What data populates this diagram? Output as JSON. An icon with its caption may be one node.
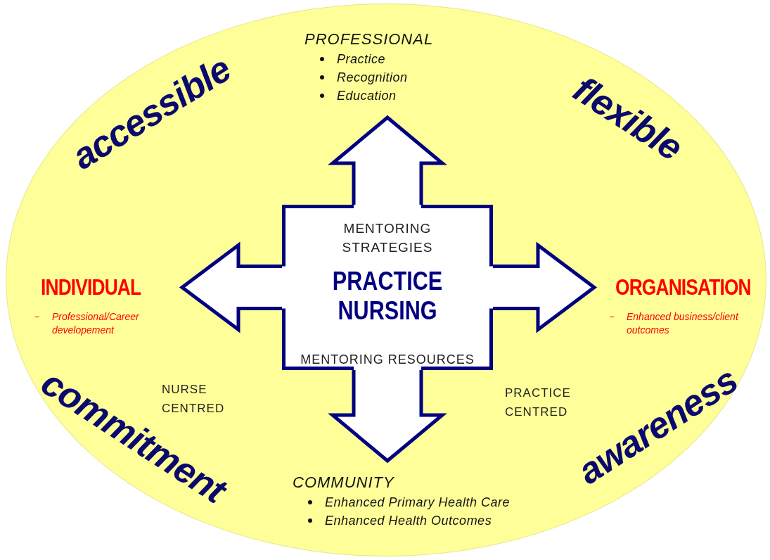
{
  "diagram": {
    "nodes": [
      {
        "text": [],
        "shape": "ellipse"
      },
      {
        "text": [
          "PROFESSIONAL",
          "Practice",
          "Recognition",
          "Education"
        ],
        "in": 0
      },
      {
        "text": [
          "INDIVIDUAL",
          "Professional/Career developement"
        ],
        "in": 0
      },
      {
        "text": [
          "MENTORING STRATEGIES",
          "PRACTICE NURSING",
          "MENTORING RESOURCES"
        ],
        "in": 0
      },
      {
        "text": [
          "ORGANISATION",
          "Enhanced business/client outcomes"
        ],
        "in": 0
      },
      {
        "text": [
          "COMMUNITY",
          "Enhanced Primary Health Care",
          "Enhanced Health Outcomes"
        ],
        "in": 0
      }
    ],
    "edges": [
      {
        "from": 3,
        "to": 1,
        "arrow": "to"
      },
      {
        "from": 3,
        "to": 2,
        "arrow": "to"
      },
      {
        "from": 3,
        "to": 4,
        "arrow": "to"
      },
      {
        "from": 3,
        "to": 5,
        "arrow": "to"
      }
    ],
    "labels": [
      "accessible",
      "flexible",
      "NURSE CENTRED",
      "PRACTICE CENTRED",
      "commitment",
      "awareness"
    ]
  }
}
